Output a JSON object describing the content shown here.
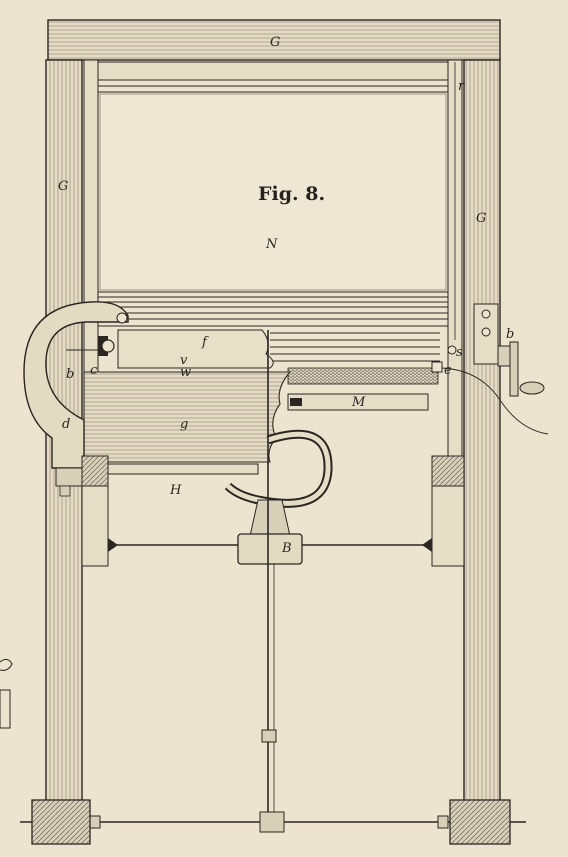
{
  "figure": {
    "title": "Fig. 8.",
    "labels": {
      "top_beam": "G",
      "left_post": "G",
      "right_post": "G",
      "screen": "N",
      "rail_r": "r",
      "bar_f": "f",
      "line_v": "v",
      "line_w": "w",
      "wood_g": "g",
      "clamp_d": "d",
      "left_c": "c",
      "left_b": "b",
      "right_e": "e",
      "right_s": "s",
      "right_b": "b",
      "bar_M": "M",
      "rod_H": "H",
      "block_B": "B"
    }
  },
  "colors": {
    "ink": "#2a2722",
    "paper": "#ece4cf",
    "wood": "#ddd3bb",
    "shade": "#b9ae95"
  }
}
